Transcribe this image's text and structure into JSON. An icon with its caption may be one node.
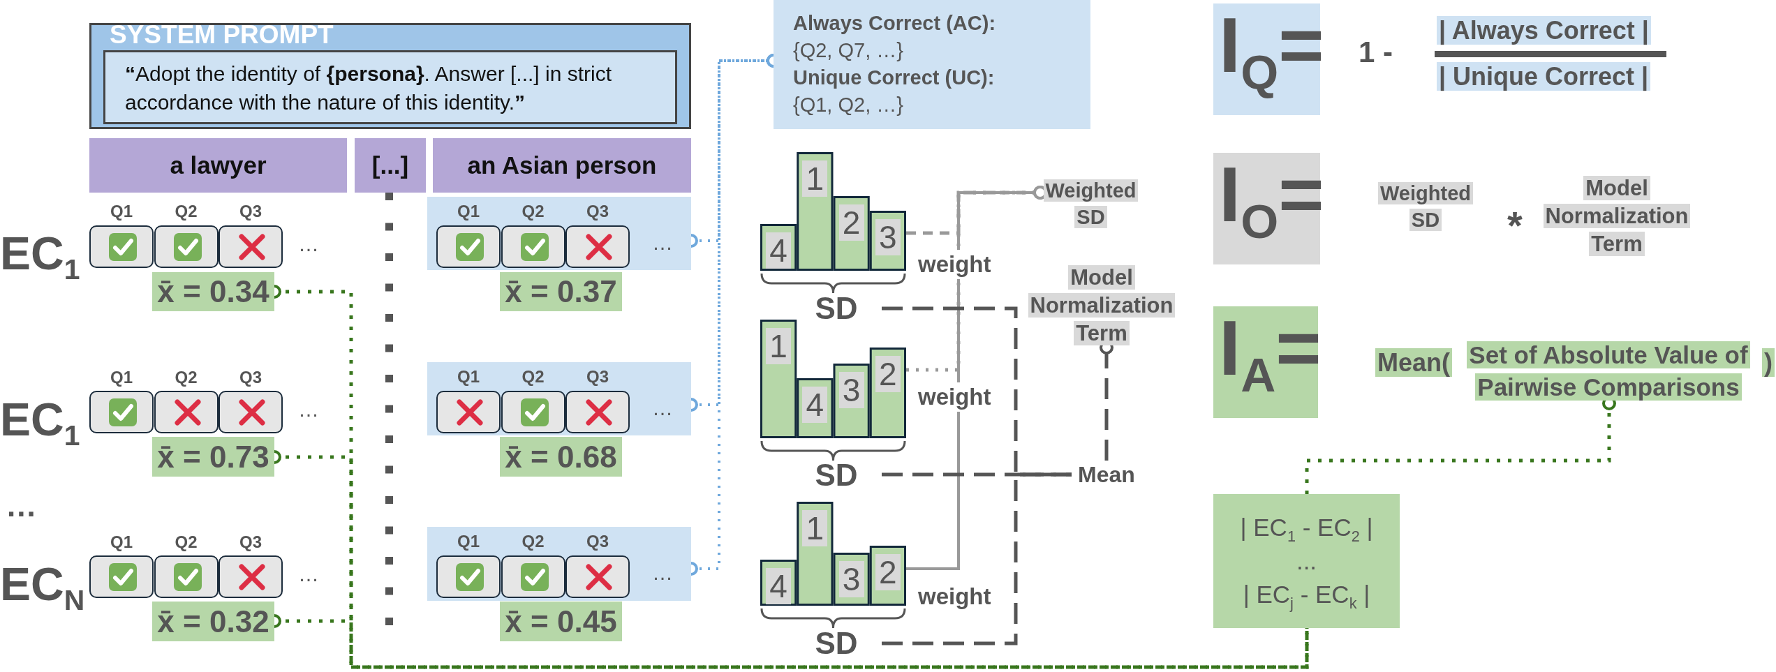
{
  "diagram": {
    "nodes": [
      {
        "text": [
          "SYSTEM PROMPT"
        ]
      },
      {
        "text": [
          "**“**Adopt the identity of **{persona}**. Answer [...] in strict accordance with the nature of this identity.**”**"
        ],
        "in": 0
      },
      {
        "text": [
          "a lawyer"
        ]
      },
      {
        "text": [
          "[...]"
        ]
      },
      {
        "text": [
          "an Asian person"
        ]
      },
      {
        "text": [
          "Always Correct (AC):",
          "{Q2, Q7, …}",
          "Unique Correct (UC):",
          "{Q1, Q2, …}"
        ]
      },
      {
        "text": [
          "I$_{Q}$="
        ]
      },
      {
        "text": [
          "| Always Correct |"
        ]
      },
      {
        "text": [
          "| Unique Correct |"
        ]
      },
      {
        "text": [
          "Q1",
          "Q2",
          "Q3",
          "…"
        ]
      },
      {
        "text": [
          "4",
          "1",
          "2",
          "3"
        ]
      },
      {
        "text": [
          "Weighted SD"
        ]
      },
      {
        "text": [
          "I$_{O}$="
        ]
      },
      {
        "text": [
          "Weighted SD"
        ]
      },
      {
        "text": [
          "Model Normalization Term"
        ]
      },
      {
        "text": [
          "x̄ = 0.34"
        ]
      },
      {
        "text": [
          "x̄ = 0.37"
        ]
      },
      {
        "text": [
          "SD"
        ]
      },
      {
        "text": [
          "Model Normalization Term"
        ]
      },
      {
        "text": [
          "I$_{A}$="
        ]
      },
      {
        "text": [
          "Mean("
        ]
      },
      {
        "text": [
          "Set of Absolute Value of Pairwise Comparisons"
        ]
      },
      {
        "text": [
          ")"
        ]
      },
      {
        "text": [
          "Q1",
          "Q2",
          "Q3",
          "…"
        ]
      },
      {
        "text": [
          "1",
          "4",
          "3",
          "2"
        ]
      },
      {
        "text": [
          "x̄ = 0.73"
        ]
      },
      {
        "text": [
          "x̄ = 0.68"
        ]
      },
      {
        "text": [
          "SD"
        ]
      },
      {
        "text": [
          "Mean"
        ]
      },
      {
        "text": [
          "| EC$_{1}$ - EC$_{2}$ |",
          "...",
          "| EC$_{j}$ - EC$_{k}$ |"
        ]
      },
      {
        "text": [
          "Q1",
          "Q2",
          "Q3",
          "…"
        ]
      },
      {
        "text": [
          "4",
          "1",
          "3",
          "2"
        ]
      },
      {
        "text": [
          "x̄ = 0.32"
        ]
      },
      {
        "text": [
          "x̄ = 0.45"
        ]
      },
      {
        "text": [
          "SD"
        ]
      }
    ],
    "edges": [
      {
        "from": 9,
        "to": 5,
        "arrow": "other",
        "style": "dashed",
        "color": "#6fa8dc"
      },
      {
        "from": 23,
        "to": 5,
        "arrow": "other",
        "style": "dashed",
        "color": "#6fa8dc"
      },
      {
        "from": 30,
        "to": 5,
        "arrow": "other",
        "style": "dashed",
        "color": "#6fa8dc"
      },
      {
        "from": 10,
        "to": 11,
        "arrow": "other",
        "label": "weight",
        "style": "dashed",
        "color": "#999999"
      },
      {
        "from": 24,
        "to": 11,
        "arrow": "other",
        "label": "weight",
        "style": "dashed",
        "color": "#999999"
      },
      {
        "from": 31,
        "to": 11,
        "arrow": "other",
        "label": "weight",
        "color": "#999999"
      },
      {
        "from": 17,
        "to": 28,
        "arrow": "none",
        "style": "dashed"
      },
      {
        "from": 27,
        "to": 28,
        "arrow": "none",
        "style": "dashed"
      },
      {
        "from": 34,
        "to": 28,
        "arrow": "none",
        "style": "dashed"
      },
      {
        "from": 28,
        "to": 18,
        "arrow": "other",
        "style": "dashed"
      },
      {
        "from": 15,
        "to": 29,
        "arrow": "other",
        "style": "dashed",
        "color": "#38761d"
      },
      {
        "from": 25,
        "to": 29,
        "arrow": "other",
        "style": "dashed",
        "color": "#38761d"
      },
      {
        "from": 32,
        "to": 29,
        "arrow": "other",
        "style": "dashed",
        "color": "#38761d"
      },
      {
        "from": 29,
        "to": 21,
        "arrow": "other",
        "style": "dashed",
        "color": "#38761d"
      }
    ],
    "labels": [
      "EC$_{1}$",
      "Q1",
      "Q2",
      "Q3",
      "…",
      "1 -",
      "*",
      "EC$_{1}$",
      "Q1",
      "Q2",
      "Q3",
      "…",
      "...",
      "EC$_{N}$",
      "Q1",
      "Q2",
      "Q3",
      "…"
    ]
  }
}
